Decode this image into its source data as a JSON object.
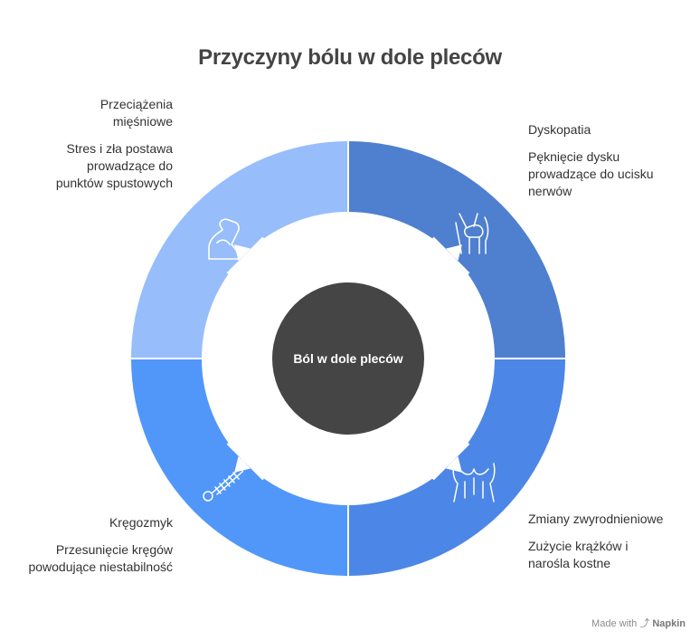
{
  "title": "Przyczyny bólu w dole pleców",
  "center": "Ból w dole pleców",
  "colors": {
    "top_left": "#97bdfb",
    "top_right": "#4f7fcf",
    "bottom_left": "#5197fa",
    "bottom_right": "#4c86e6",
    "center": "#454545"
  },
  "segments": {
    "top_left": {
      "head": "Przeciążenia mięśniowe",
      "desc": "Stres i zła postawa prowadzące do punktów spustowych",
      "icon": "flexed-arm-icon"
    },
    "top_right": {
      "head": "Dyskopatia",
      "desc": "Pęknięcie dysku prowadzące do ucisku nerwów",
      "icon": "knee-joint-icon"
    },
    "bottom_left": {
      "head": "Kręgozmyk",
      "desc": "Przesunięcie kręgów powodujące niestabilność",
      "icon": "spine-icon"
    },
    "bottom_right": {
      "head": "Zmiany zwyrodnieniowe",
      "desc": "Zużycie krążków i narośla kostne",
      "icon": "torso-icon"
    }
  },
  "watermark": {
    "made_with": "Made with",
    "brand": "Napkin"
  }
}
